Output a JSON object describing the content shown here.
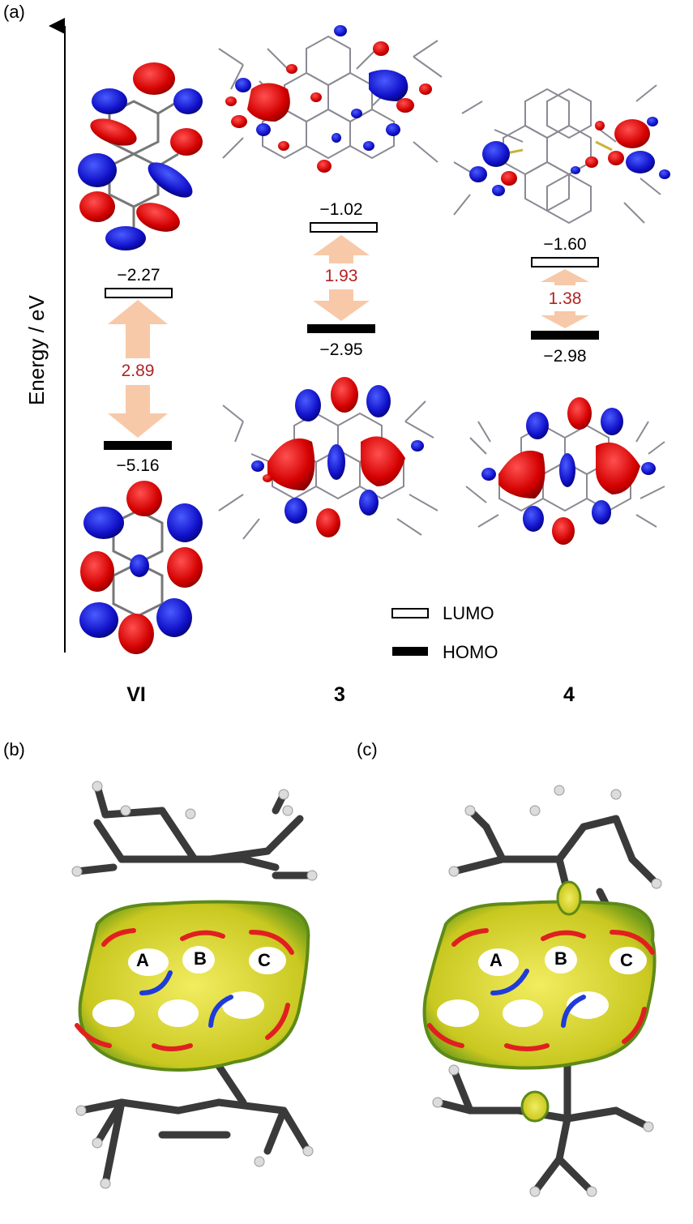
{
  "panels": {
    "a": "(a)",
    "b": "(b)",
    "c": "(c)"
  },
  "axis": {
    "ylabel": "Energy / eV"
  },
  "compounds": [
    {
      "name": "VI",
      "lumo": "−2.27",
      "homo": "−5.16",
      "gap": "2.89"
    },
    {
      "name": "3",
      "lumo": "−1.02",
      "homo": "−2.95",
      "gap": "1.93"
    },
    {
      "name": "4",
      "lumo": "−1.60",
      "homo": "−2.98",
      "gap": "1.38"
    }
  ],
  "legend": {
    "lumo": "LUMO",
    "homo": "HOMO"
  },
  "rings": {
    "b": [
      "A",
      "B",
      "C"
    ],
    "c": [
      "A",
      "B",
      "C"
    ]
  },
  "colors": {
    "orbital_positive": "#d40000",
    "orbital_negative": "#1010c8",
    "gap_arrow": "#f7c9a8",
    "gap_text": "#b22222",
    "current_diatropic": "#e02020",
    "current_paratropic": "#1e3cd8",
    "density_surface": "#d8d020",
    "bond": "#555555"
  }
}
